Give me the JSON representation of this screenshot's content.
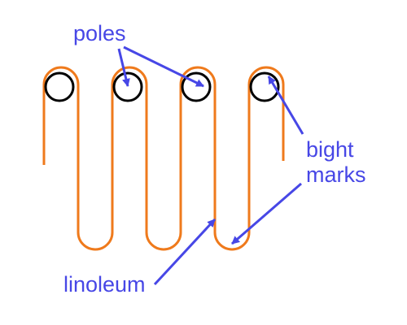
{
  "colors": {
    "background": "#ffffff",
    "linoleum": "#ef7a1c",
    "pole_fill": "#ffffff",
    "pole_outline": "#000000",
    "annotation": "#4747e6"
  },
  "labels": {
    "poles": "poles",
    "bight_line1": "bight",
    "bight_line2": "marks",
    "linoleum": "linoleum"
  },
  "diagram": {
    "pole_count": 4
  }
}
